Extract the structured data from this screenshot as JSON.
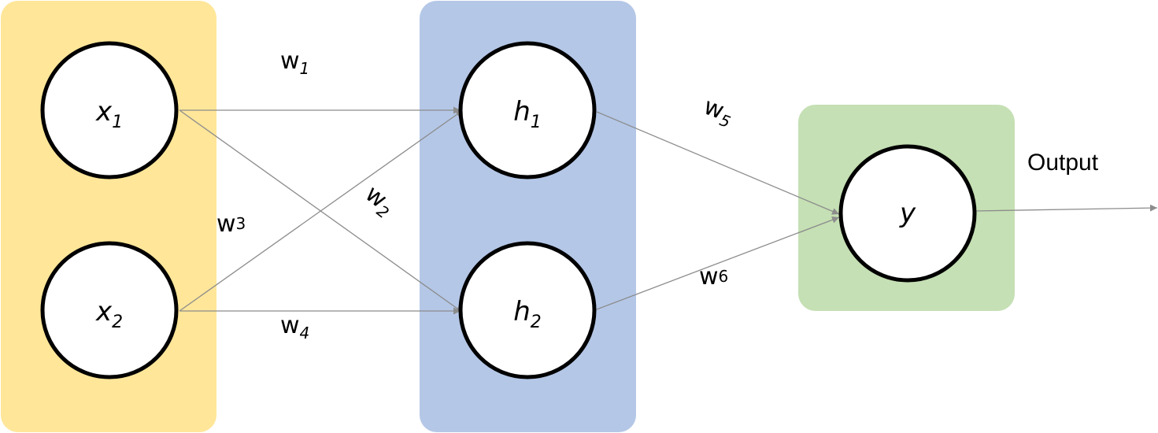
{
  "colors": {
    "input_layer": "#FFE699",
    "hidden_layer": "#B4C7E7",
    "output_layer": "#C5E0B4",
    "edge": "#8C8C8C"
  },
  "nodes": {
    "x1": {
      "base": "x",
      "sub": "1"
    },
    "x2": {
      "base": "x",
      "sub": "2"
    },
    "h1": {
      "base": "h",
      "sub": "1"
    },
    "h2": {
      "base": "h",
      "sub": "2"
    },
    "y": {
      "base": "y"
    }
  },
  "weights": {
    "w1": {
      "base": "w",
      "sub": "1"
    },
    "w2": {
      "base": "w",
      "sub": "2"
    },
    "w3": {
      "base": "w",
      "sub": "3"
    },
    "w4": {
      "base": "w",
      "sub": "4"
    },
    "w5": {
      "base": "w",
      "sub": "5"
    },
    "w6": {
      "base": "w",
      "sub": "6"
    }
  },
  "output_label": "Output"
}
